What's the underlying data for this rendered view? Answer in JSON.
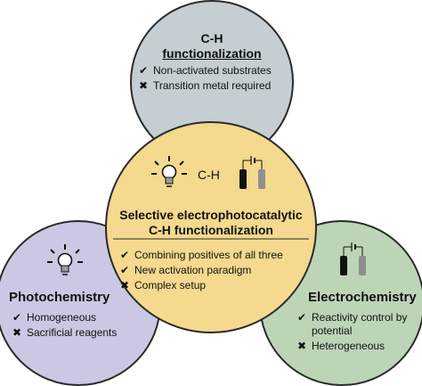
{
  "colors": {
    "top_circle": "#c4ced3",
    "center_circle": "#f4d98e",
    "left_circle": "#cbc8e3",
    "right_circle": "#bcd5b7",
    "outline": "#2a2a2a",
    "bulb_base": "#9a9a9a",
    "electrode_dark": "#111111",
    "electrode_light": "#8f8f8f"
  },
  "icons": {
    "check": "✔",
    "cross": "✖",
    "top_bulb": "lightbulb-icon",
    "left_bulb": "lightbulb-icon",
    "electrolysis": "electrolysis-cell-icon"
  },
  "top": {
    "title_line1": "C-H",
    "title_line2": "functionalization",
    "items": [
      {
        "mark": "✔",
        "text": "Non-activated substrates"
      },
      {
        "mark": "✖",
        "text": "Transition metal required"
      }
    ]
  },
  "center": {
    "ch_label": "C-H",
    "title_line1": "Selective electrophotocatalytic",
    "title_line2": "C-H functionalization",
    "items": [
      {
        "mark": "✔",
        "text": "Combining positives of all three"
      },
      {
        "mark": "✔",
        "text": "New activation paradigm"
      },
      {
        "mark": "✖",
        "text": "Complex setup"
      }
    ]
  },
  "left": {
    "title": "Photochemistry",
    "items": [
      {
        "mark": "✔",
        "text": "Homogeneous"
      },
      {
        "mark": "✖",
        "text": "Sacrificial reagents"
      }
    ]
  },
  "right": {
    "title": "Electrochemistry",
    "items": [
      {
        "mark": "✔",
        "text": "Reactivity control by"
      },
      {
        "mark": "",
        "text": "potential"
      },
      {
        "mark": "✖",
        "text": "Heterogeneous"
      }
    ]
  }
}
